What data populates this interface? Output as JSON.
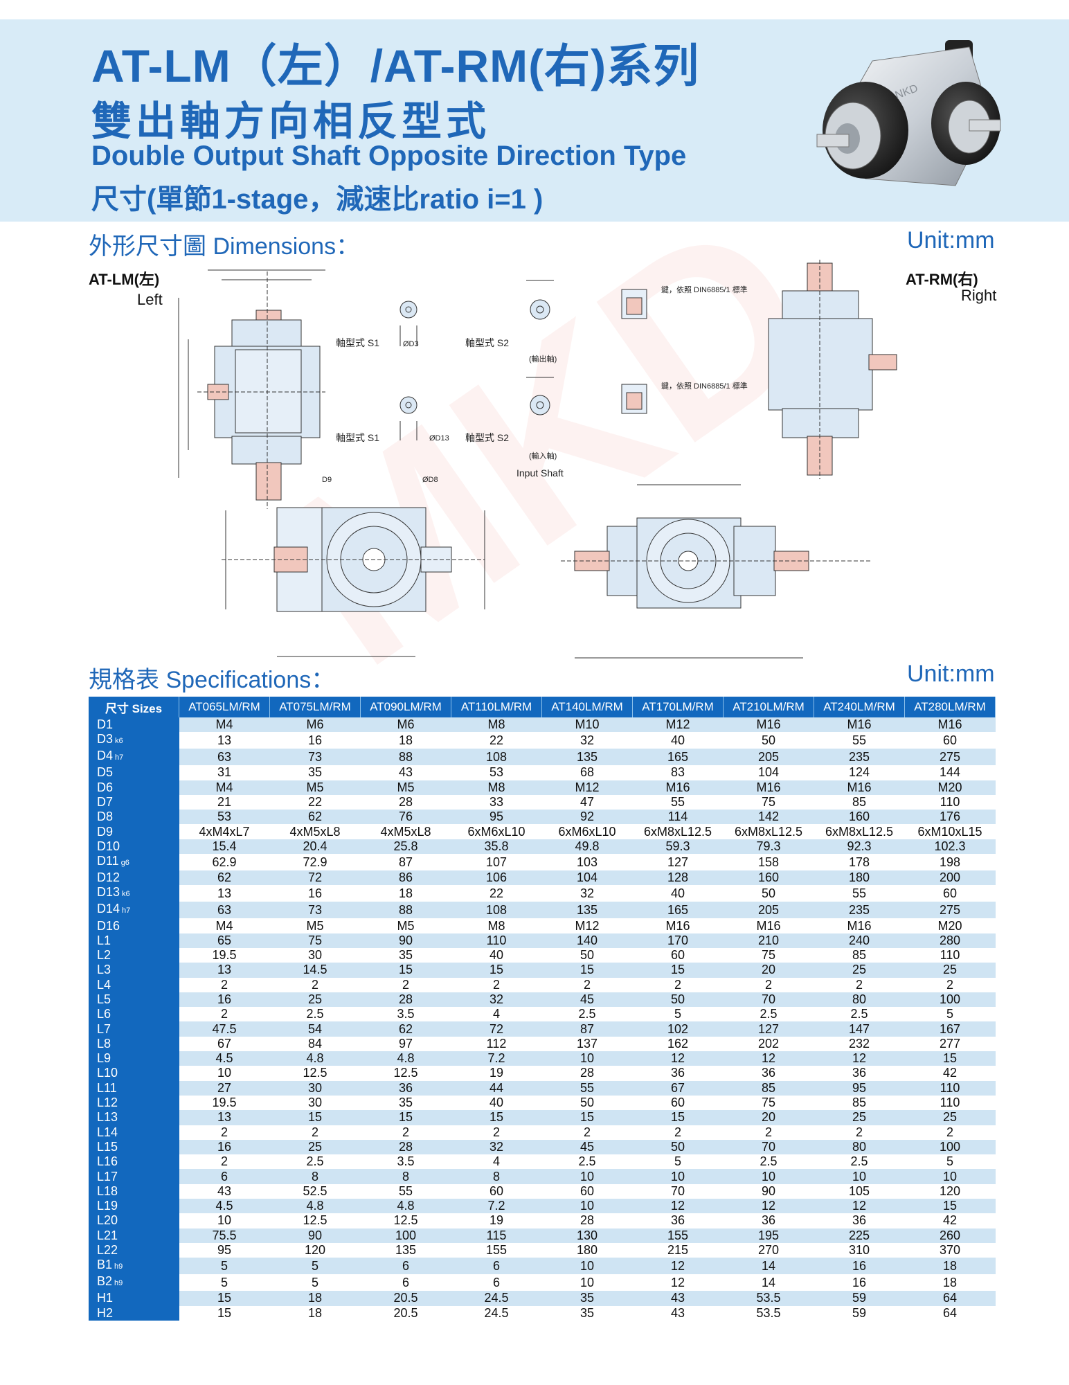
{
  "header": {
    "title_line1": "AT-LM（左）/AT-RM(右)系列",
    "title_line2": "雙出軸方向相反型式",
    "title_line3": "Double Output Shaft Opposite Direction Type",
    "title_line4": "尺寸(單節1-stage，減速比ratio i=1 )"
  },
  "dimensions_section": {
    "title": "外形尺寸圖 Dimensions：",
    "unit": "Unit:mm",
    "left_label_bold": "AT-LM(左)",
    "left_label_sub": "Left",
    "right_label_bold": "AT-RM(右)",
    "right_label_sub": "Right",
    "drawing_labels": {
      "shaft_s1_a": "軸型式 S1",
      "shaft_s2_a": "軸型式 S2",
      "shaft_s1_b": "軸型式 S1",
      "shaft_s2_b": "軸型式 S2",
      "output_shaft": "(輸出軸)",
      "input_shaft_cn": "(輸入軸)",
      "input_shaft_en": "Input Shaft",
      "key_note_1": "鍵，依照 DIN6885/1 標準",
      "key_note_2": "鍵，依照 DIN6885/1 標準",
      "d3": "ØD3",
      "d13": "ØD13",
      "d9": "D9",
      "d8": "ØD8"
    }
  },
  "specs_section": {
    "title": "規格表 Specifications：",
    "unit": "Unit:mm"
  },
  "table": {
    "header_first": "尺寸 Sizes",
    "models": [
      "AT065LM/RM",
      "AT075LM/RM",
      "AT090LM/RM",
      "AT110LM/RM",
      "AT140LM/RM",
      "AT170LM/RM",
      "AT210LM/RM",
      "AT240LM/RM",
      "AT280LM/RM"
    ],
    "rows": [
      {
        "label": "D1",
        "sub": "",
        "values": [
          "M4",
          "M6",
          "M6",
          "M8",
          "M10",
          "M12",
          "M16",
          "M16",
          "M16"
        ]
      },
      {
        "label": "D3",
        "sub": "k6",
        "values": [
          "13",
          "16",
          "18",
          "22",
          "32",
          "40",
          "50",
          "55",
          "60"
        ]
      },
      {
        "label": "D4",
        "sub": "h7",
        "values": [
          "63",
          "73",
          "88",
          "108",
          "135",
          "165",
          "205",
          "235",
          "275"
        ]
      },
      {
        "label": "D5",
        "sub": "",
        "values": [
          "31",
          "35",
          "43",
          "53",
          "68",
          "83",
          "104",
          "124",
          "144"
        ]
      },
      {
        "label": "D6",
        "sub": "",
        "values": [
          "M4",
          "M5",
          "M5",
          "M8",
          "M12",
          "M16",
          "M16",
          "M16",
          "M20"
        ]
      },
      {
        "label": "D7",
        "sub": "",
        "values": [
          "21",
          "22",
          "28",
          "33",
          "47",
          "55",
          "75",
          "85",
          "110"
        ]
      },
      {
        "label": "D8",
        "sub": "",
        "values": [
          "53",
          "62",
          "76",
          "95",
          "92",
          "114",
          "142",
          "160",
          "176"
        ]
      },
      {
        "label": "D9",
        "sub": "",
        "values": [
          "4xM4xL7",
          "4xM5xL8",
          "4xM5xL8",
          "6xM6xL10",
          "6xM6xL10",
          "6xM8xL12.5",
          "6xM8xL12.5",
          "6xM8xL12.5",
          "6xM10xL15"
        ]
      },
      {
        "label": "D10",
        "sub": "",
        "values": [
          "15.4",
          "20.4",
          "25.8",
          "35.8",
          "49.8",
          "59.3",
          "79.3",
          "92.3",
          "102.3"
        ]
      },
      {
        "label": "D11",
        "sub": "g6",
        "values": [
          "62.9",
          "72.9",
          "87",
          "107",
          "103",
          "127",
          "158",
          "178",
          "198"
        ]
      },
      {
        "label": "D12",
        "sub": "",
        "values": [
          "62",
          "72",
          "86",
          "106",
          "104",
          "128",
          "160",
          "180",
          "200"
        ]
      },
      {
        "label": "D13",
        "sub": "k6",
        "values": [
          "13",
          "16",
          "18",
          "22",
          "32",
          "40",
          "50",
          "55",
          "60"
        ]
      },
      {
        "label": "D14",
        "sub": "h7",
        "values": [
          "63",
          "73",
          "88",
          "108",
          "135",
          "165",
          "205",
          "235",
          "275"
        ]
      },
      {
        "label": "D16",
        "sub": "",
        "values": [
          "M4",
          "M5",
          "M5",
          "M8",
          "M12",
          "M16",
          "M16",
          "M16",
          "M20"
        ]
      },
      {
        "label": "L1",
        "sub": "",
        "values": [
          "65",
          "75",
          "90",
          "110",
          "140",
          "170",
          "210",
          "240",
          "280"
        ]
      },
      {
        "label": "L2",
        "sub": "",
        "values": [
          "19.5",
          "30",
          "35",
          "40",
          "50",
          "60",
          "75",
          "85",
          "110"
        ]
      },
      {
        "label": "L3",
        "sub": "",
        "values": [
          "13",
          "14.5",
          "15",
          "15",
          "15",
          "15",
          "20",
          "25",
          "25"
        ]
      },
      {
        "label": "L4",
        "sub": "",
        "values": [
          "2",
          "2",
          "2",
          "2",
          "2",
          "2",
          "2",
          "2",
          "2"
        ]
      },
      {
        "label": "L5",
        "sub": "",
        "values": [
          "16",
          "25",
          "28",
          "32",
          "45",
          "50",
          "70",
          "80",
          "100"
        ]
      },
      {
        "label": "L6",
        "sub": "",
        "values": [
          "2",
          "2.5",
          "3.5",
          "4",
          "2.5",
          "5",
          "2.5",
          "2.5",
          "5"
        ]
      },
      {
        "label": "L7",
        "sub": "",
        "values": [
          "47.5",
          "54",
          "62",
          "72",
          "87",
          "102",
          "127",
          "147",
          "167"
        ]
      },
      {
        "label": "L8",
        "sub": "",
        "values": [
          "67",
          "84",
          "97",
          "112",
          "137",
          "162",
          "202",
          "232",
          "277"
        ]
      },
      {
        "label": "L9",
        "sub": "",
        "values": [
          "4.5",
          "4.8",
          "4.8",
          "7.2",
          "10",
          "12",
          "12",
          "12",
          "15"
        ]
      },
      {
        "label": "L10",
        "sub": "",
        "values": [
          "10",
          "12.5",
          "12.5",
          "19",
          "28",
          "36",
          "36",
          "36",
          "42"
        ]
      },
      {
        "label": "L11",
        "sub": "",
        "values": [
          "27",
          "30",
          "36",
          "44",
          "55",
          "67",
          "85",
          "95",
          "110"
        ]
      },
      {
        "label": "L12",
        "sub": "",
        "values": [
          "19.5",
          "30",
          "35",
          "40",
          "50",
          "60",
          "75",
          "85",
          "110"
        ]
      },
      {
        "label": "L13",
        "sub": "",
        "values": [
          "13",
          "15",
          "15",
          "15",
          "15",
          "15",
          "20",
          "25",
          "25"
        ]
      },
      {
        "label": "L14",
        "sub": "",
        "values": [
          "2",
          "2",
          "2",
          "2",
          "2",
          "2",
          "2",
          "2",
          "2"
        ]
      },
      {
        "label": "L15",
        "sub": "",
        "values": [
          "16",
          "25",
          "28",
          "32",
          "45",
          "50",
          "70",
          "80",
          "100"
        ]
      },
      {
        "label": "L16",
        "sub": "",
        "values": [
          "2",
          "2.5",
          "3.5",
          "4",
          "2.5",
          "5",
          "2.5",
          "2.5",
          "5"
        ]
      },
      {
        "label": "L17",
        "sub": "",
        "values": [
          "6",
          "8",
          "8",
          "8",
          "10",
          "10",
          "10",
          "10",
          "10"
        ]
      },
      {
        "label": "L18",
        "sub": "",
        "values": [
          "43",
          "52.5",
          "55",
          "60",
          "60",
          "70",
          "90",
          "105",
          "120"
        ]
      },
      {
        "label": "L19",
        "sub": "",
        "values": [
          "4.5",
          "4.8",
          "4.8",
          "7.2",
          "10",
          "12",
          "12",
          "12",
          "15"
        ]
      },
      {
        "label": "L20",
        "sub": "",
        "values": [
          "10",
          "12.5",
          "12.5",
          "19",
          "28",
          "36",
          "36",
          "36",
          "42"
        ]
      },
      {
        "label": "L21",
        "sub": "",
        "values": [
          "75.5",
          "90",
          "100",
          "115",
          "130",
          "155",
          "195",
          "225",
          "260"
        ]
      },
      {
        "label": "L22",
        "sub": "",
        "values": [
          "95",
          "120",
          "135",
          "155",
          "180",
          "215",
          "270",
          "310",
          "370"
        ]
      },
      {
        "label": "B1",
        "sub": "h9",
        "values": [
          "5",
          "5",
          "6",
          "6",
          "10",
          "12",
          "14",
          "16",
          "18"
        ]
      },
      {
        "label": "B2",
        "sub": "h9",
        "values": [
          "5",
          "5",
          "6",
          "6",
          "10",
          "12",
          "14",
          "16",
          "18"
        ]
      },
      {
        "label": "H1",
        "sub": "",
        "values": [
          "15",
          "18",
          "20.5",
          "24.5",
          "35",
          "43",
          "53.5",
          "59",
          "64"
        ]
      },
      {
        "label": "H2",
        "sub": "",
        "values": [
          "15",
          "18",
          "20.5",
          "24.5",
          "35",
          "43",
          "53.5",
          "59",
          "64"
        ]
      }
    ]
  },
  "colors": {
    "brand_blue": "#1f67b8",
    "header_bg": "#d8ebf7",
    "table_header": "#1268be",
    "row_alt": "#cfe4f3"
  }
}
